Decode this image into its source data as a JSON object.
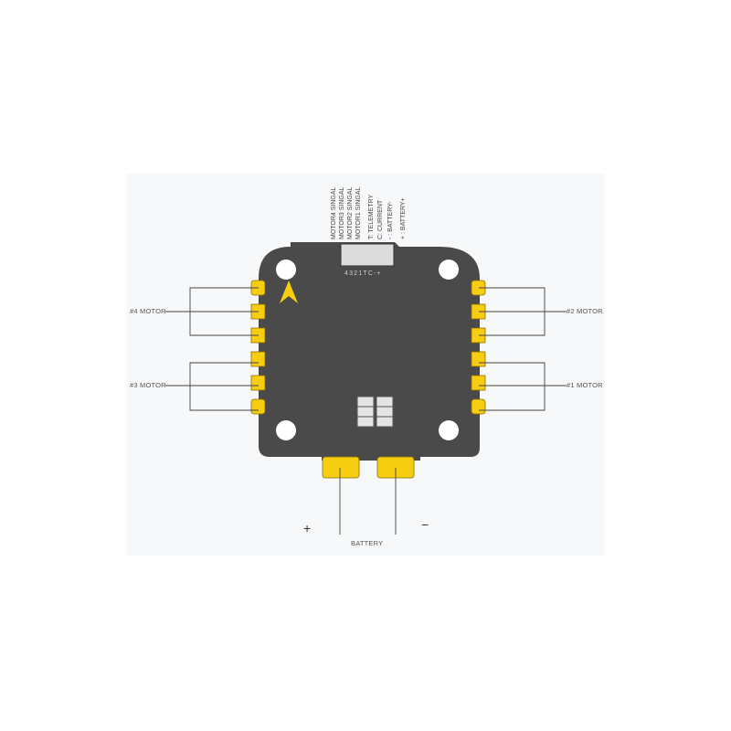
{
  "diagram": {
    "type": "ESC wiring diagram",
    "colors": {
      "background_panel": "#f7f8fa",
      "board": "#4a4a4a",
      "pad": "#f7cd12",
      "pad_outline": "#b38e00",
      "connector": "#dcdcdc",
      "lines": "#444444"
    },
    "top_connector_pins": [
      "MOTOR4 SINGAL",
      "MOTOR3 SINGAL",
      "MOTOR2 SINGAL",
      "MOTOR1 SINGAL",
      "T: TELEMETRY",
      "C: CURRENT",
      "- : BATTERY-",
      "+ : BATTERY+"
    ],
    "silkscreen_label": "4321TC-+",
    "motor_labels": {
      "m4": "#4 MOTOR",
      "m3": "#3 MOTOR",
      "m2": "#2 MOTOR",
      "m1": "#1 MOTOR"
    },
    "battery": {
      "label": "BATTERY",
      "plus": "+",
      "minus": "−"
    }
  }
}
